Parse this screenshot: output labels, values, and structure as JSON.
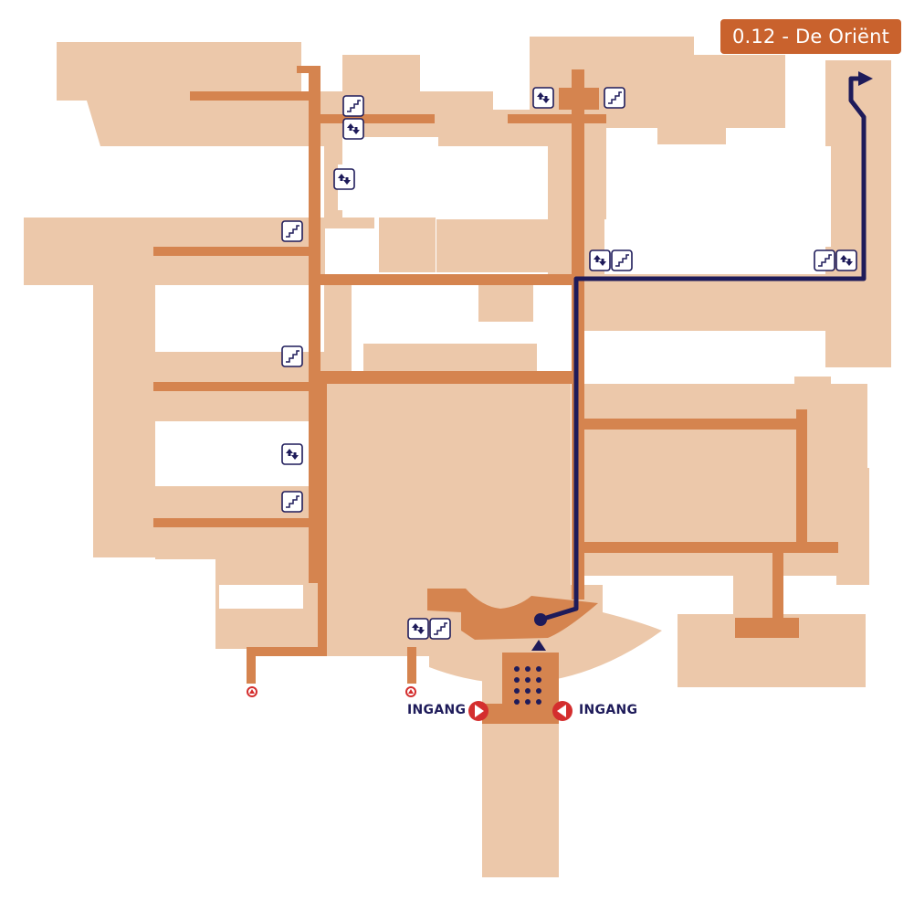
{
  "destination": {
    "label": "0.12 - De Oriënt",
    "icon": "arrow-right-icon"
  },
  "entrances": [
    {
      "label": "INGANG",
      "icon": "entrance-arrow-right-icon"
    },
    {
      "label": "INGANG",
      "icon": "entrance-arrow-left-icon"
    }
  ],
  "legend_icons": {
    "stairs": "stairs-icon",
    "elevator": "elevator-icon"
  },
  "colors": {
    "building": "#ecc8aa",
    "corridor": "#d5844f",
    "route": "#1e1b5a",
    "label_bg": "#c9622d",
    "entrance_marker": "#d42e2e",
    "background": "#ffffff"
  }
}
